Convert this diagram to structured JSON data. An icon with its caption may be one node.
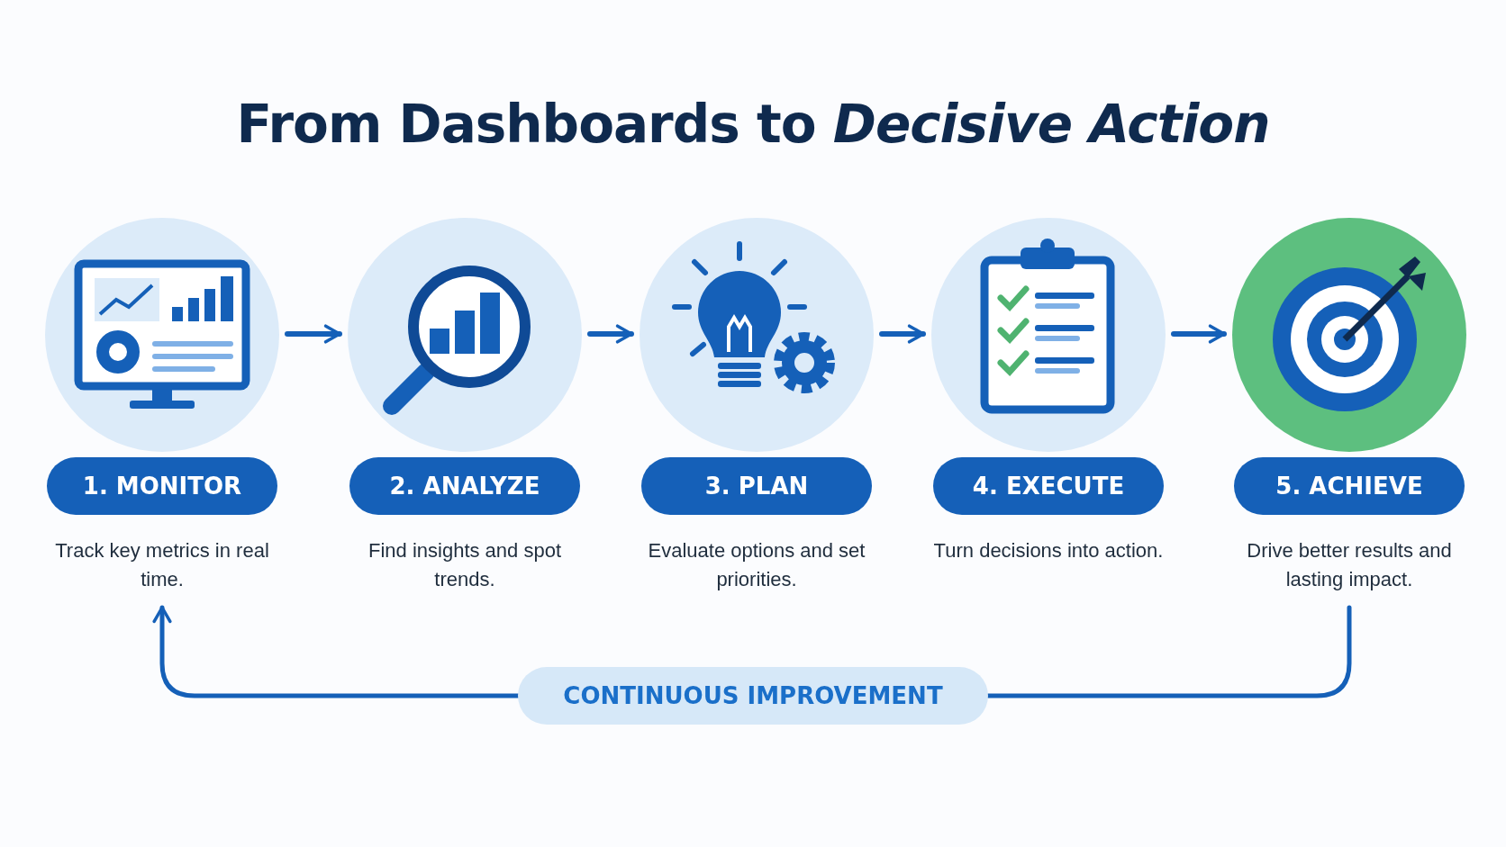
{
  "diagram": {
    "title": "From Dashboards to *Decisive Action*",
    "nodes": [
      {
        "text": [
          "1. MONITOR",
          "Track key metrics in real time."
        ]
      },
      {
        "text": [
          "2. ANALYZE",
          "Find insights and spot trends."
        ]
      },
      {
        "text": [
          "3. PLAN",
          "Evaluate options and set priorities."
        ]
      },
      {
        "text": [
          "4. EXECUTE",
          "Turn decisions into action."
        ]
      },
      {
        "text": [
          "5. ACHIEVE",
          "Drive better results and lasting impact."
        ]
      },
      {
        "text": [
          "CONTINUOUS IMPROVEMENT"
        ]
      }
    ],
    "edges": [
      {
        "from": 0,
        "to": 1,
        "arrow": "to"
      },
      {
        "from": 1,
        "to": 2,
        "arrow": "to"
      },
      {
        "from": 2,
        "to": 3,
        "arrow": "to"
      },
      {
        "from": 3,
        "to": 4,
        "arrow": "to"
      },
      {
        "from": 4,
        "to": 5,
        "arrow": "none"
      },
      {
        "from": 5,
        "to": 0,
        "arrow": "to"
      }
    ]
  }
}
